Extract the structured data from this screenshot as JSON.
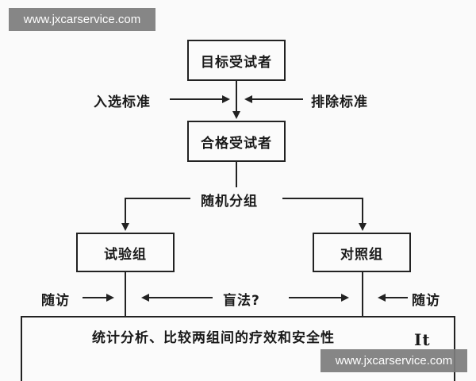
{
  "watermark": {
    "top": "www.jxcarservice.com",
    "bottom": "www.jxcarservice.com"
  },
  "boxes": {
    "target_subjects": "目标受试者",
    "eligible_subjects": "合格受试者",
    "test_group": "试验组",
    "control_group": "对照组"
  },
  "labels": {
    "inclusion": "入选标准",
    "exclusion": "排除标准",
    "randomization": "随机分组",
    "followup_left": "随访",
    "followup_right": "随访",
    "blinding": "盲法?",
    "analysis": "统计分析、比较两组间的疗效和安全性",
    "analysis_tail": "It"
  }
}
